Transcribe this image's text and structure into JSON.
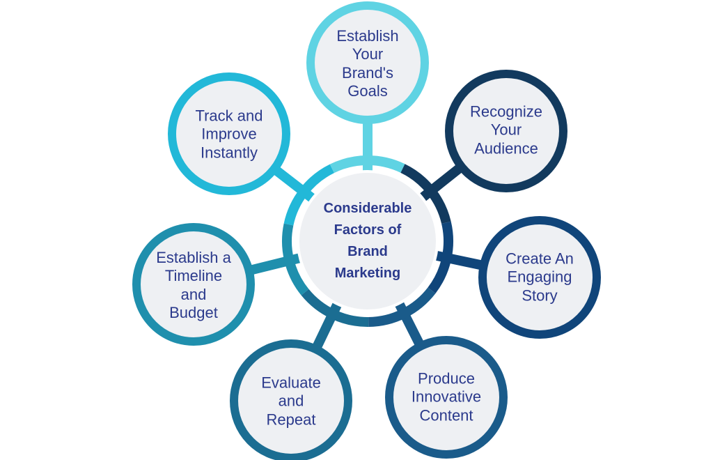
{
  "hub": {
    "label": "Considerable Factors of Brand Marketing",
    "lines": [
      "Considerable",
      "Factors of",
      "Brand",
      "Marketing"
    ]
  },
  "nodes": [
    {
      "label": "Establish Your Brand's Goals",
      "lines": [
        "Establish",
        "Your",
        "Brand's",
        "Goals"
      ],
      "color": "#5fd3e3"
    },
    {
      "label": "Recognize Your Audience",
      "lines": [
        "Recognize",
        "Your",
        "Audience"
      ],
      "color": "#123a5e"
    },
    {
      "label": "Create An Engaging Story",
      "lines": [
        "Create An",
        "Engaging",
        "Story"
      ],
      "color": "#10457a"
    },
    {
      "label": "Produce Innovative Content",
      "lines": [
        "Produce",
        "Innovative",
        "Content"
      ],
      "color": "#1a5b8a"
    },
    {
      "label": "Evaluate and Repeat",
      "lines": [
        "Evaluate",
        "and",
        "Repeat"
      ],
      "color": "#1b6d92"
    },
    {
      "label": "Establish a Timeline and Budget",
      "lines": [
        "Establish a",
        "Timeline",
        "and",
        "Budget"
      ],
      "color": "#1f8fad"
    },
    {
      "label": "Track and Improve Instantly",
      "lines": [
        "Track and",
        "Improve",
        "Instantly"
      ],
      "color": "#22b8d8"
    }
  ],
  "colors": {
    "text": "#2b3a8c",
    "fill": "#eef0f3",
    "hub_ring": "#1e4e86"
  }
}
